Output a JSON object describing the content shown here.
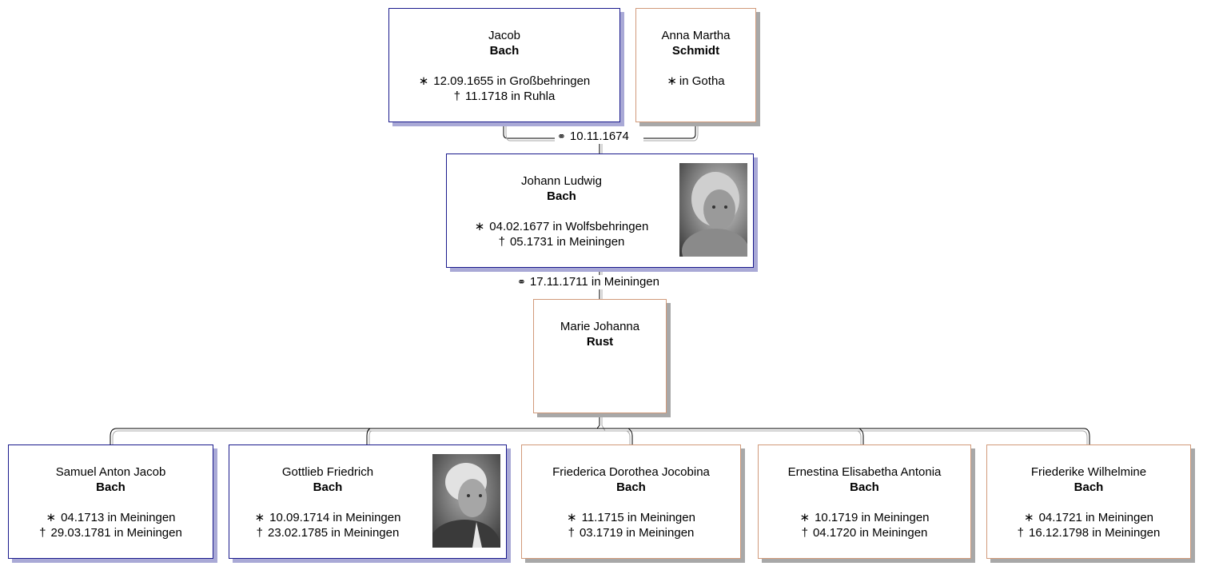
{
  "symbols": {
    "birth": "∗",
    "death": "†",
    "marriage": "⚭"
  },
  "colors": {
    "male_border": "#1a1a8c",
    "female_border": "#d19a7a"
  },
  "persons": {
    "jacob": {
      "given": "Jacob",
      "surname": "Bach",
      "sex": "male",
      "birth": "12.09.1655 in Großbehringen",
      "death": "11.1718 in Ruhla"
    },
    "anna": {
      "given": "Anna Martha",
      "surname": "Schmidt",
      "sex": "female",
      "birth": "in Gotha",
      "death": null
    },
    "johann": {
      "given": "Johann Ludwig",
      "surname": "Bach",
      "sex": "male",
      "birth": "04.02.1677 in Wolfsbehringen",
      "death": "05.1731 in Meiningen",
      "has_photo": true
    },
    "marie": {
      "given": "Marie Johanna",
      "surname": "Rust",
      "sex": "female",
      "birth": null,
      "death": null
    },
    "samuel": {
      "given": "Samuel Anton Jacob",
      "surname": "Bach",
      "sex": "male",
      "birth": "04.1713 in Meiningen",
      "death": "29.03.1781 in Meiningen"
    },
    "gottlieb": {
      "given": "Gottlieb Friedrich",
      "surname": "Bach",
      "sex": "male",
      "birth": "10.09.1714 in Meiningen",
      "death": "23.02.1785 in Meiningen",
      "has_photo": true
    },
    "friederica": {
      "given": "Friederica Dorothea Jocobina",
      "surname": "Bach",
      "sex": "female",
      "birth": "11.1715 in Meiningen",
      "death": "03.1719 in Meiningen"
    },
    "ernestina": {
      "given": "Ernestina Elisabetha Antonia",
      "surname": "Bach",
      "sex": "female",
      "birth": "10.1719 in Meiningen",
      "death": "04.1720 in Meiningen"
    },
    "friederike": {
      "given": "Friederike Wilhelmine",
      "surname": "Bach",
      "sex": "female",
      "birth": "04.1721 in Meiningen",
      "death": "16.12.1798 in Meiningen"
    }
  },
  "marriages": {
    "parents": {
      "date": "10.11.1674"
    },
    "main": {
      "date": "17.11.1711 in Meiningen"
    }
  }
}
